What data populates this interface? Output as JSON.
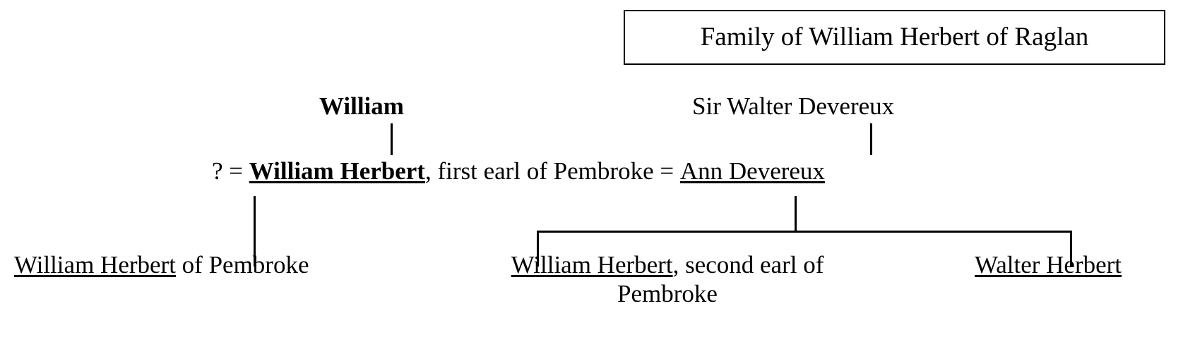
{
  "title": {
    "text": "Family of William Herbert of Raglan"
  },
  "generation1": {
    "william": "William",
    "sir_walter_devereux": "Sir Walter Devereux"
  },
  "generation2": {
    "unknown_spouse": "?",
    "equals_left": "=",
    "william_herbert_name": "William Herbert",
    "william_herbert_title": ", first earl of Pembroke",
    "equals_right": "=",
    "ann_devereux": "Ann Devereux"
  },
  "generation3": {
    "left": {
      "name": "William Herbert",
      "suffix": " of Pembroke"
    },
    "center": {
      "name": "William Herbert",
      "suffix": ", second earl of Pembroke"
    },
    "right": {
      "name": "Walter Herbert"
    }
  },
  "colors": {
    "ink": "#000000",
    "background": "#ffffff"
  }
}
